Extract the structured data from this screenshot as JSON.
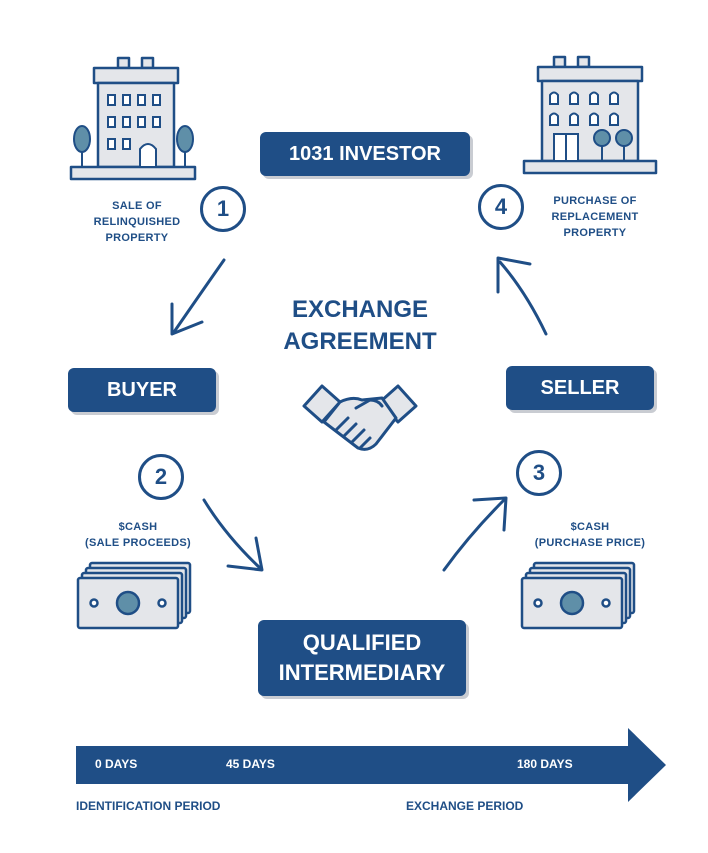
{
  "investor": {
    "label": "1031 INVESTOR"
  },
  "center": {
    "line1": "EXCHANGE",
    "line2": "AGREEMENT"
  },
  "buyer": {
    "label": "BUYER"
  },
  "seller": {
    "label": "SELLER"
  },
  "intermediary": {
    "line1": "QUALIFIED",
    "line2": "INTERMEDIARY"
  },
  "steps": [
    {
      "number": "1",
      "line1": "SALE OF",
      "line2": "RELINQUISHED",
      "line3": "PROPERTY"
    },
    {
      "number": "2",
      "line1": "$CASH",
      "line2": "(SALE PROCEEDS)"
    },
    {
      "number": "3",
      "line1": "$CASH",
      "line2": "(PURCHASE PRICE)"
    },
    {
      "number": "4",
      "line1": "PURCHASE OF",
      "line2": "REPLACEMENT",
      "line3": "PROPERTY"
    }
  ],
  "timeline": {
    "markers": [
      "0 DAYS",
      "45 DAYS",
      "180 DAYS"
    ],
    "periods": [
      "IDENTIFICATION PERIOD",
      "EXCHANGE PERIOD"
    ]
  },
  "colors": {
    "primary": "#1f4e86",
    "light": "#e4e6ea",
    "shadow": "#c9ccd2",
    "tree": "#5f8fa8"
  },
  "icons": [
    "building-icon",
    "handshake-icon",
    "money-stack-icon",
    "arrow-icon"
  ]
}
